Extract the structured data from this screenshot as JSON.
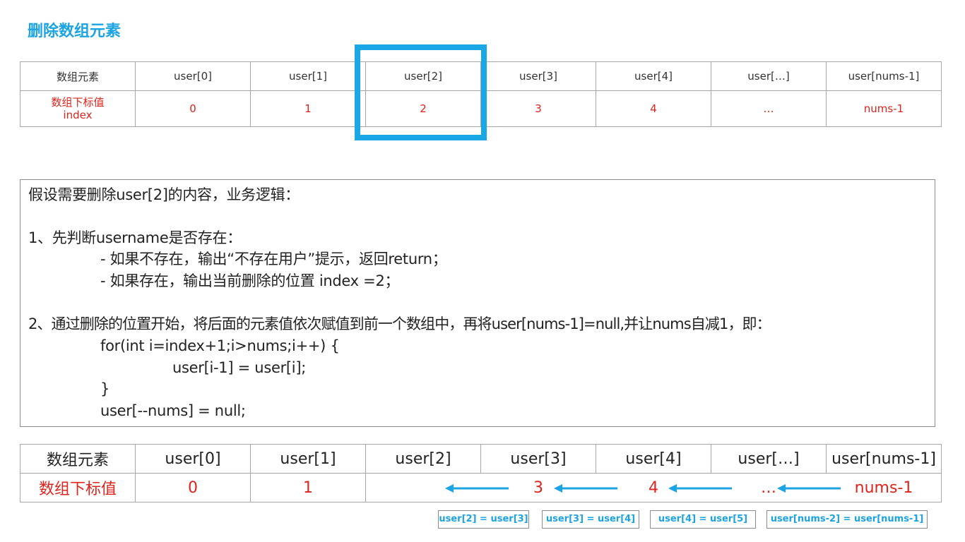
{
  "title": "删除数组元素",
  "top_table": {
    "row_label_1": "数组元素",
    "row_label_2_line1": "数组下标值",
    "row_label_2_line2": "index",
    "elements": [
      "user[0]",
      "user[1]",
      "user[2]",
      "user[3]",
      "user[4]",
      "user[…]",
      "user[nums-1]"
    ],
    "indices": [
      "0",
      "1",
      "2",
      "3",
      "4",
      "…",
      "nums-1"
    ]
  },
  "logic": {
    "heading": "假设需要删除user[2]的内容，业务逻辑：",
    "step1": "1、先判断username是否存在：",
    "step1_a": "- 如果不存在，输出“不存在用户”提示，返回return；",
    "step1_b": "- 如果存在，输出当前删除的位置 index =2；",
    "step2": "2、通过删除的位置开始，将后面的元素值依次赋值到前一个数组中，再将user[nums-1]=null,并让nums自减1，即：",
    "code1": "for(int i=index+1;i>nums;i++) {",
    "code2": "user[i-1] = user[i];",
    "code3": "}",
    "code4": "user[--nums] = null;"
  },
  "bottom_table": {
    "row_label_1": "数组元素",
    "row_label_2": "数组下标值",
    "elements": [
      "user[0]",
      "user[1]",
      "user[2]",
      "user[3]",
      "user[4]",
      "user[…]",
      "user[nums-1]"
    ],
    "indices": [
      "0",
      "1",
      "",
      "3",
      "4",
      "…",
      "nums-1"
    ]
  },
  "assignments": [
    "user[2] = user[3]",
    "user[3] = user[4]",
    "user[4] = user[5]",
    "user[nums-2] = user[nums-1]"
  ],
  "colors": {
    "accent": "#1ba3e3",
    "index_red": "#e0231c",
    "border": "#a6a6a6"
  }
}
